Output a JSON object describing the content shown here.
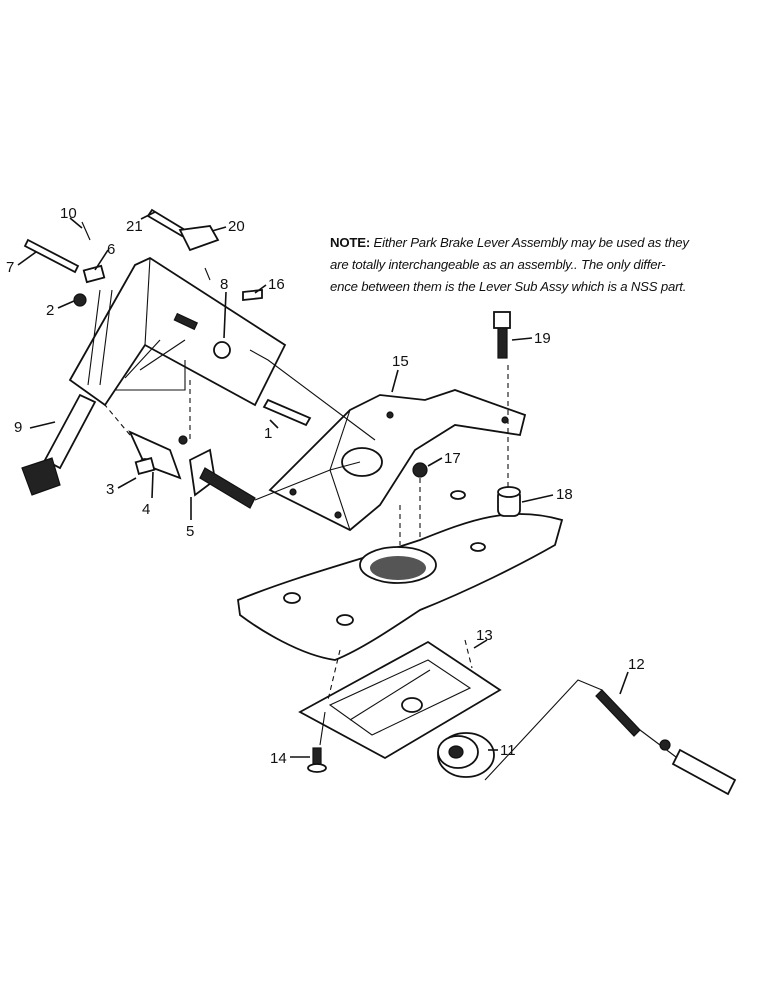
{
  "note": {
    "label": "NOTE:",
    "lines": [
      "Either Park Brake Lever Assembly may be used as they",
      "are totally interchangeable as an assembly.. The only differ-",
      "ence between them is the Lever Sub Assy which is a NSS part."
    ]
  },
  "callouts": [
    "1",
    "2",
    "3",
    "4",
    "5",
    "6",
    "7",
    "8",
    "9",
    "10",
    "11",
    "12",
    "13",
    "14",
    "15",
    "16",
    "17",
    "18",
    "19",
    "20",
    "21"
  ]
}
